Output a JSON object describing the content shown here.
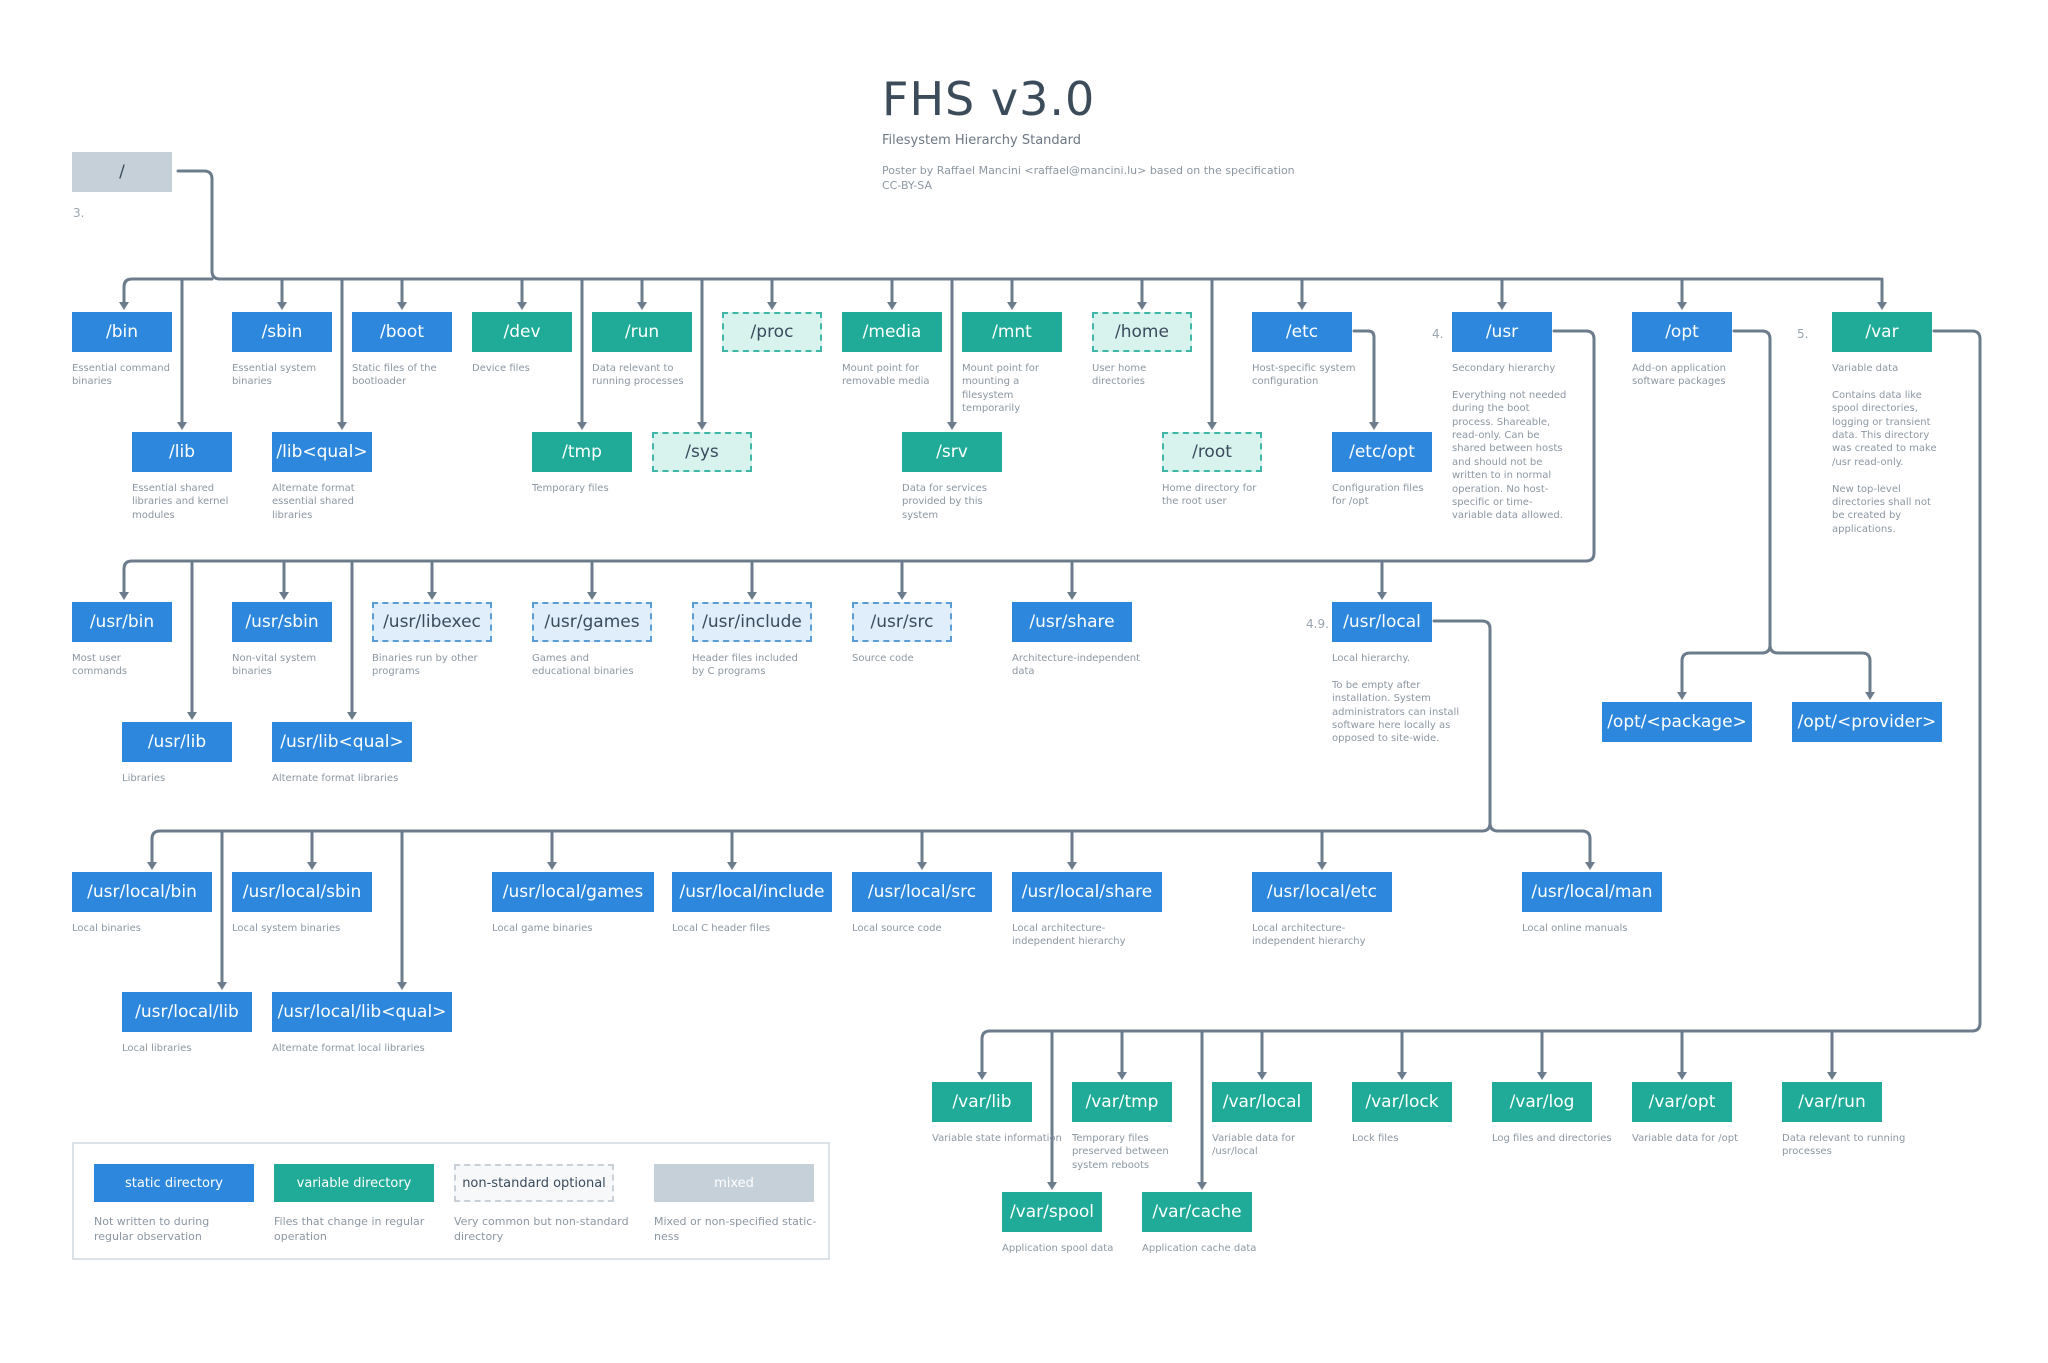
{
  "title": "FHS v3.0",
  "subtitle": "Filesystem Hierarchy Standard",
  "credit": {
    "line1": "Poster by Raffael Mancini <raffael@mancini.lu> based on the specification",
    "line2": "CC-BY-SA"
  },
  "colors": {
    "static": "#2d87dc",
    "variable": "#1fab97",
    "mixed": "#c6d0d9",
    "wire": "#6c7c8c"
  },
  "sections": {
    "root": "3.",
    "usr": "4.",
    "var": "5.",
    "usr_local": "4.9."
  },
  "nodes": [
    {
      "id": "root",
      "label": "/",
      "type": "mixed",
      "desc": ""
    },
    {
      "id": "bin",
      "label": "/bin",
      "type": "static",
      "desc": "Essential command\nbinaries"
    },
    {
      "id": "sbin",
      "label": "/sbin",
      "type": "static",
      "desc": "Essential system\nbinaries"
    },
    {
      "id": "boot",
      "label": "/boot",
      "type": "static",
      "desc": "Static files of the\nbootloader"
    },
    {
      "id": "dev",
      "label": "/dev",
      "type": "variable",
      "desc": "Device files"
    },
    {
      "id": "run",
      "label": "/run",
      "type": "variable",
      "desc": "Data relevant to\nrunning processes"
    },
    {
      "id": "proc",
      "label": "/proc",
      "type": "optional-variable",
      "desc": ""
    },
    {
      "id": "media",
      "label": "/media",
      "type": "variable",
      "desc": "Mount point for\nremovable media"
    },
    {
      "id": "mnt",
      "label": "/mnt",
      "type": "variable",
      "desc": "Mount point for\nmounting a\nfilesystem\ntemporarily"
    },
    {
      "id": "home",
      "label": "/home",
      "type": "optional-variable",
      "desc": "User home\ndirectories"
    },
    {
      "id": "etc",
      "label": "/etc",
      "type": "static",
      "desc": "Host-specific system\nconfiguration"
    },
    {
      "id": "usr",
      "label": "/usr",
      "type": "static",
      "desc": "Secondary hierarchy\n\nEverything not needed\nduring the boot\nprocess. Shareable,\nread-only.  Can be\nshared between hosts\nand should not be\nwritten to in normal\noperation. No host-\nspecific or time-\nvariable data allowed."
    },
    {
      "id": "opt",
      "label": "/opt",
      "type": "static",
      "desc": "Add-on application\nsoftware packages"
    },
    {
      "id": "var",
      "label": "/var",
      "type": "variable",
      "desc": "Variable data\n\nContains data like\nspool directories,\nlogging or transient\ndata. This directory\nwas created to make\n/usr read-only.\n\nNew top-level\ndirectories shall not\nbe created by\napplications."
    },
    {
      "id": "lib",
      "label": "/lib",
      "type": "static",
      "desc": "Essential shared\nlibraries and kernel\nmodules"
    },
    {
      "id": "libqual",
      "label": "/lib<qual>",
      "type": "static",
      "desc": "Alternate format\nessential shared\nlibraries"
    },
    {
      "id": "tmp",
      "label": "/tmp",
      "type": "variable",
      "desc": "Temporary files"
    },
    {
      "id": "sys",
      "label": "/sys",
      "type": "optional-variable",
      "desc": ""
    },
    {
      "id": "srv",
      "label": "/srv",
      "type": "variable",
      "desc": "Data for services\nprovided by this\nsystem"
    },
    {
      "id": "rootdir",
      "label": "/root",
      "type": "optional-variable",
      "desc": "Home directory for\nthe root user"
    },
    {
      "id": "etcopt",
      "label": "/etc/opt",
      "type": "static",
      "desc": "Configuration files\nfor /opt"
    },
    {
      "id": "usrbin",
      "label": "/usr/bin",
      "type": "static",
      "desc": "Most user\ncommands"
    },
    {
      "id": "usrsbin",
      "label": "/usr/sbin",
      "type": "static",
      "desc": "Non-vital system\nbinaries"
    },
    {
      "id": "usrlibexec",
      "label": "/usr/libexec",
      "type": "optional-static",
      "desc": "Binaries run by other\nprograms"
    },
    {
      "id": "usrgames",
      "label": "/usr/games",
      "type": "optional-static",
      "desc": "Games and\neducational binaries"
    },
    {
      "id": "usrinclude",
      "label": "/usr/include",
      "type": "optional-static",
      "desc": "Header files included\nby C programs"
    },
    {
      "id": "usrsrc",
      "label": "/usr/src",
      "type": "optional-static",
      "desc": "Source code"
    },
    {
      "id": "usrshare",
      "label": "/usr/share",
      "type": "static",
      "desc": "Architecture-independent\ndata"
    },
    {
      "id": "usrlocal",
      "label": "/usr/local",
      "type": "static",
      "desc": "Local hierarchy.\n\nTo be empty after\ninstallation. System\nadministrators can install\nsoftware here locally as\nopposed to site-wide."
    },
    {
      "id": "usrlib",
      "label": "/usr/lib",
      "type": "static",
      "desc": "Libraries"
    },
    {
      "id": "usrlibqual",
      "label": "/usr/lib<qual>",
      "type": "static",
      "desc": "Alternate format libraries"
    },
    {
      "id": "optpackage",
      "label": "/opt/<package>",
      "type": "static",
      "desc": ""
    },
    {
      "id": "optprovider",
      "label": "/opt/<provider>",
      "type": "static",
      "desc": ""
    },
    {
      "id": "ulbin",
      "label": "/usr/local/bin",
      "type": "static",
      "desc": "Local binaries"
    },
    {
      "id": "ulsbin",
      "label": "/usr/local/sbin",
      "type": "static",
      "desc": "Local system binaries"
    },
    {
      "id": "ulgames",
      "label": "/usr/local/games",
      "type": "static",
      "desc": "Local game binaries"
    },
    {
      "id": "ulinclude",
      "label": "/usr/local/include",
      "type": "static",
      "desc": "Local C header files"
    },
    {
      "id": "ulsrc",
      "label": "/usr/local/src",
      "type": "static",
      "desc": "Local source code"
    },
    {
      "id": "ulshare",
      "label": "/usr/local/share",
      "type": "static",
      "desc": "Local architecture-\nindependent hierarchy"
    },
    {
      "id": "uletc",
      "label": "/usr/local/etc",
      "type": "static",
      "desc": "Local architecture-\nindependent hierarchy"
    },
    {
      "id": "ulman",
      "label": "/usr/local/man",
      "type": "static",
      "desc": "Local online manuals"
    },
    {
      "id": "ullib",
      "label": "/usr/local/lib",
      "type": "static",
      "desc": "Local libraries"
    },
    {
      "id": "ullibqual",
      "label": "/usr/local/lib<qual>",
      "type": "static",
      "desc": "Alternate format local libraries"
    },
    {
      "id": "varlib",
      "label": "/var/lib",
      "type": "variable",
      "desc": "Variable state information"
    },
    {
      "id": "vartmp",
      "label": "/var/tmp",
      "type": "variable",
      "desc": "Temporary files\npreserved between\nsystem reboots"
    },
    {
      "id": "varlocal",
      "label": "/var/local",
      "type": "variable",
      "desc": "Variable data for\n/usr/local"
    },
    {
      "id": "varlock",
      "label": "/var/lock",
      "type": "variable",
      "desc": "Lock files"
    },
    {
      "id": "varlog",
      "label": "/var/log",
      "type": "variable",
      "desc": "Log files and directories"
    },
    {
      "id": "varopt",
      "label": "/var/opt",
      "type": "variable",
      "desc": "Variable data for /opt"
    },
    {
      "id": "varrun",
      "label": "/var/run",
      "type": "variable",
      "desc": "Data relevant to running\nprocesses"
    },
    {
      "id": "varspool",
      "label": "/var/spool",
      "type": "variable",
      "desc": "Application spool data"
    },
    {
      "id": "varcache",
      "label": "/var/cache",
      "type": "variable",
      "desc": "Application cache data"
    }
  ],
  "legend": [
    {
      "id": "static",
      "label": "static directory",
      "desc": "Not written to during\nregular observation"
    },
    {
      "id": "variable",
      "label": "variable directory",
      "desc": "Files that change in regular\noperation"
    },
    {
      "id": "optional",
      "label": "non-standard optional",
      "desc": "Very common but non-standard\ndirectory"
    },
    {
      "id": "mixed",
      "label": "mixed",
      "desc": "Mixed or non-specified static-\nness"
    }
  ]
}
